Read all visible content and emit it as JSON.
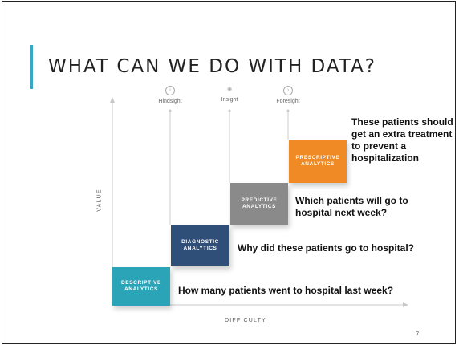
{
  "slide": {
    "title": "WHAT CAN WE DO WITH DATA?",
    "page_number": "7"
  },
  "axes": {
    "y_label": "VALUE",
    "x_label": "DIFFICULTY"
  },
  "headers": [
    {
      "label": "Hindsight",
      "icon": "‹"
    },
    {
      "label": "Insight",
      "icon": "◉"
    },
    {
      "label": "Foresight",
      "icon": "›"
    }
  ],
  "blocks": [
    {
      "name": "DESCRIPTIVE\nANALYTICS",
      "color": "#2aa4b6"
    },
    {
      "name": "DIAGNOSTIC\nANALYTICS",
      "color": "#2f4f78"
    },
    {
      "name": "PREDICTIVE\nANALYTICS",
      "color": "#8a8a8a"
    },
    {
      "name": "PRESCRIPTIVE\nANALYTICS",
      "color": "#f08a24"
    }
  ],
  "questions": [
    "How many patients went to hospital last week?",
    "Why did these patients go to hospital?",
    "Which patients will go to hospital next week?",
    "These patients should get an extra treatment to prevent a hospitalization"
  ]
}
